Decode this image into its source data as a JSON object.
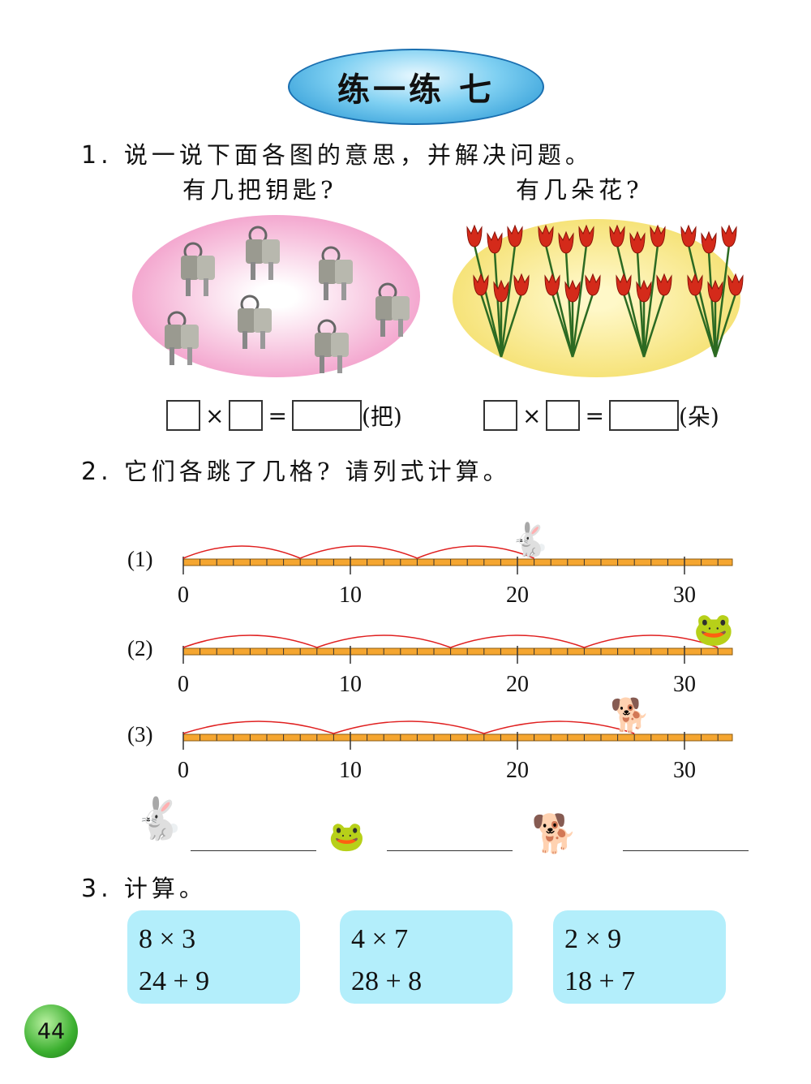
{
  "title": "练一练 七",
  "q1": {
    "number": "1.",
    "text": "说一说下面各图的意思，并解决问题。",
    "left_question": "有几把钥匙?",
    "right_question": "有几朵花?",
    "times": "×",
    "equals": "=",
    "left_unit": "(把)",
    "right_unit": "(朵)",
    "left_picture": "key-bunches",
    "right_picture": "tulip-bunches"
  },
  "q2": {
    "number": "2.",
    "text": "它们各跳了几格? 请列式计算。",
    "ticks": [
      "0",
      "10",
      "20",
      "30"
    ],
    "lines": [
      {
        "label": "(1)",
        "animal": "rabbit",
        "step": 7,
        "jumps": 3
      },
      {
        "label": "(2)",
        "animal": "frog",
        "step": 8,
        "jumps": 4
      },
      {
        "label": "(3)",
        "animal": "dog",
        "step": 9,
        "jumps": 3
      }
    ]
  },
  "q3": {
    "number": "3.",
    "text": "计算。",
    "cards": [
      [
        "8 × 3",
        "24 + 9"
      ],
      [
        "4 × 7",
        "28 + 8"
      ],
      [
        "2 × 9",
        "18 + 7"
      ]
    ]
  },
  "page_number": "44",
  "colors": {
    "arc": "#e02020",
    "bar": "#f5a630",
    "card": "#b3eefb"
  }
}
